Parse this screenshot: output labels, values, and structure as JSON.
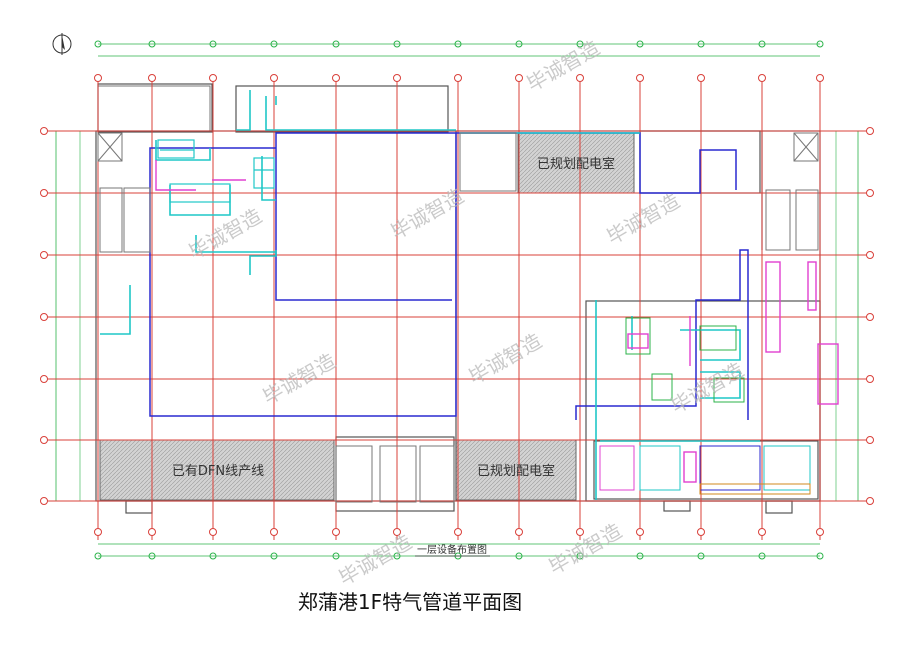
{
  "caption": "郑蒲港1F特气管道平面图",
  "drawing_title": "一层设备布置图",
  "rooms": {
    "dfn_line": "已有DFN线产线",
    "planned_substation_top": "已规划配电室",
    "planned_substation_bottom": "已规划配电室"
  },
  "watermark_text": "毕诚智造",
  "colors": {
    "grid_red": "#d9403a",
    "dim_green": "#2bb34a",
    "wall_gray": "#555555",
    "pipe_cyan": "#1fc7c7",
    "pipe_blue": "#2a2ad0",
    "pipe_magenta": "#e040d0",
    "hatch_fill": "#c8c8c8"
  }
}
